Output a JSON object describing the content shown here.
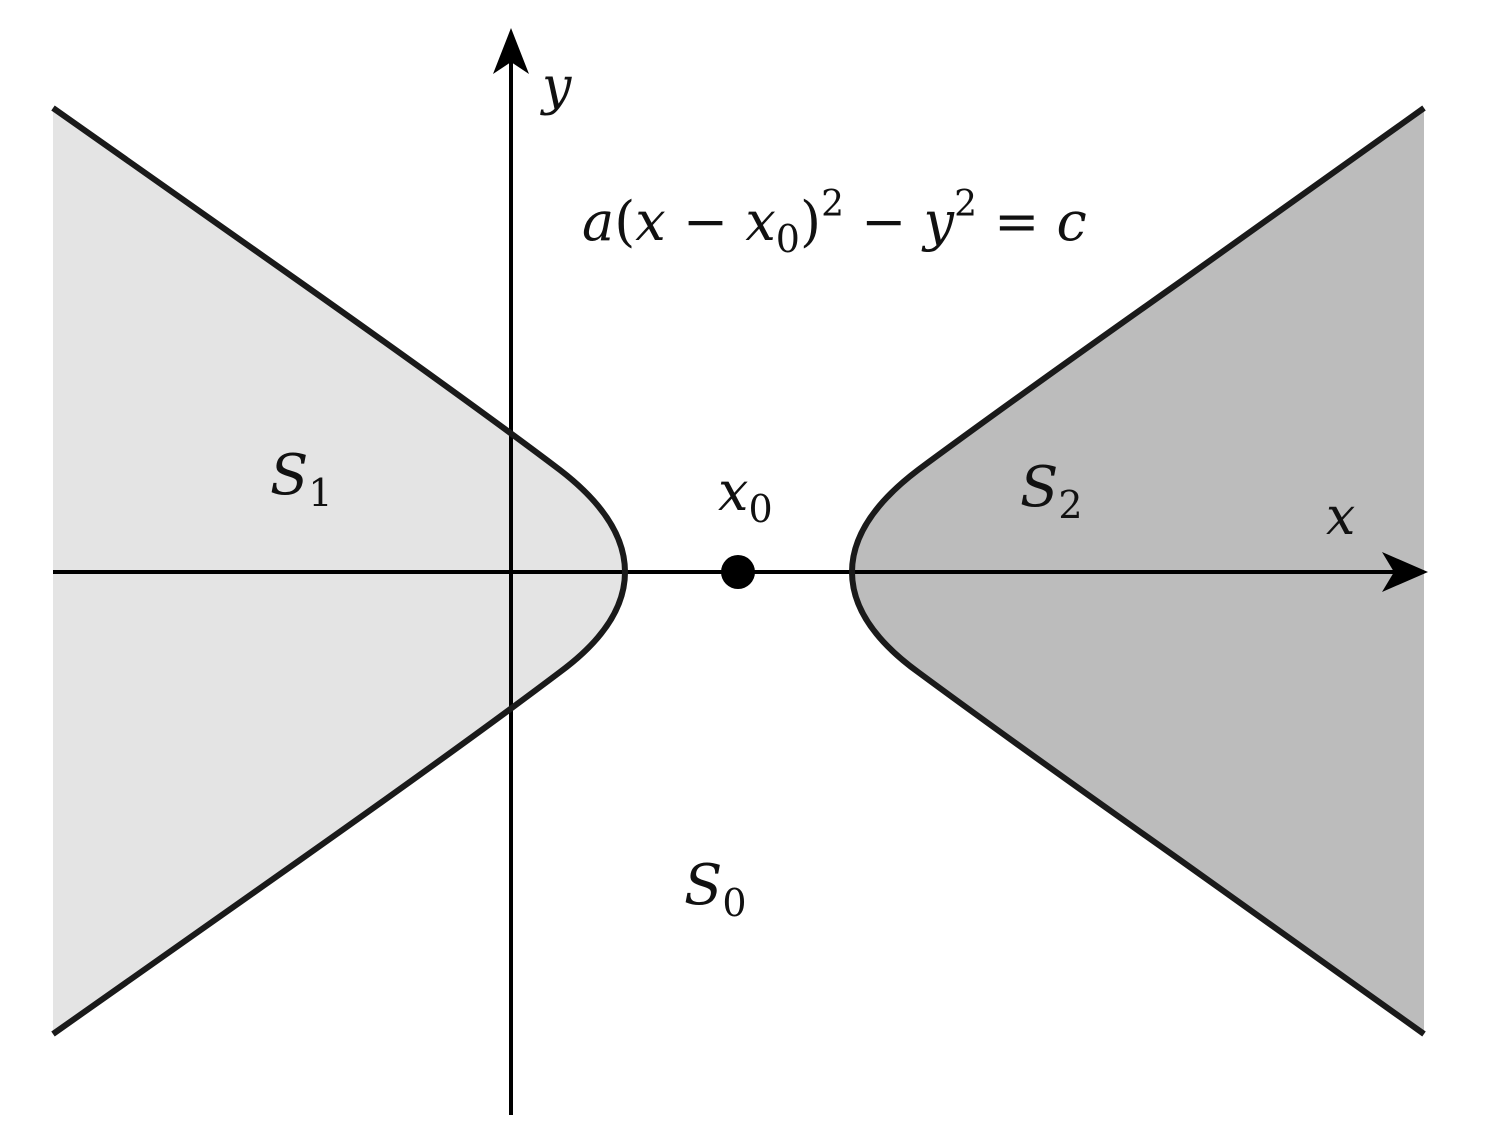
{
  "colors": {
    "left_region_fill": "#e4e4e4",
    "right_region_fill": "#bcbcbc",
    "curve_stroke": "#1a1a1a",
    "axis_stroke": "#000000",
    "background": "#ffffff"
  },
  "axes": {
    "x_label": "x",
    "y_label": "y"
  },
  "equation": {
    "a": "a",
    "open": "(",
    "x": "x",
    "minus1": " − ",
    "x0_base": "x",
    "x0_sub": "0",
    "close": ")",
    "sup1": "2",
    "minus2": " − ",
    "y": "y",
    "sup2": "2",
    "equals": " = ",
    "c": "c"
  },
  "regions": {
    "s1": {
      "base": "S",
      "sub": "1"
    },
    "s2": {
      "base": "S",
      "sub": "2"
    },
    "s0": {
      "base": "S",
      "sub": "0"
    }
  },
  "center_point": {
    "base": "x",
    "sub": "0"
  },
  "icons": {
    "x_axis_arrow": "arrowhead-right-icon",
    "y_axis_arrow": "arrowhead-up-icon",
    "center_marker": "filled-dot-icon"
  }
}
